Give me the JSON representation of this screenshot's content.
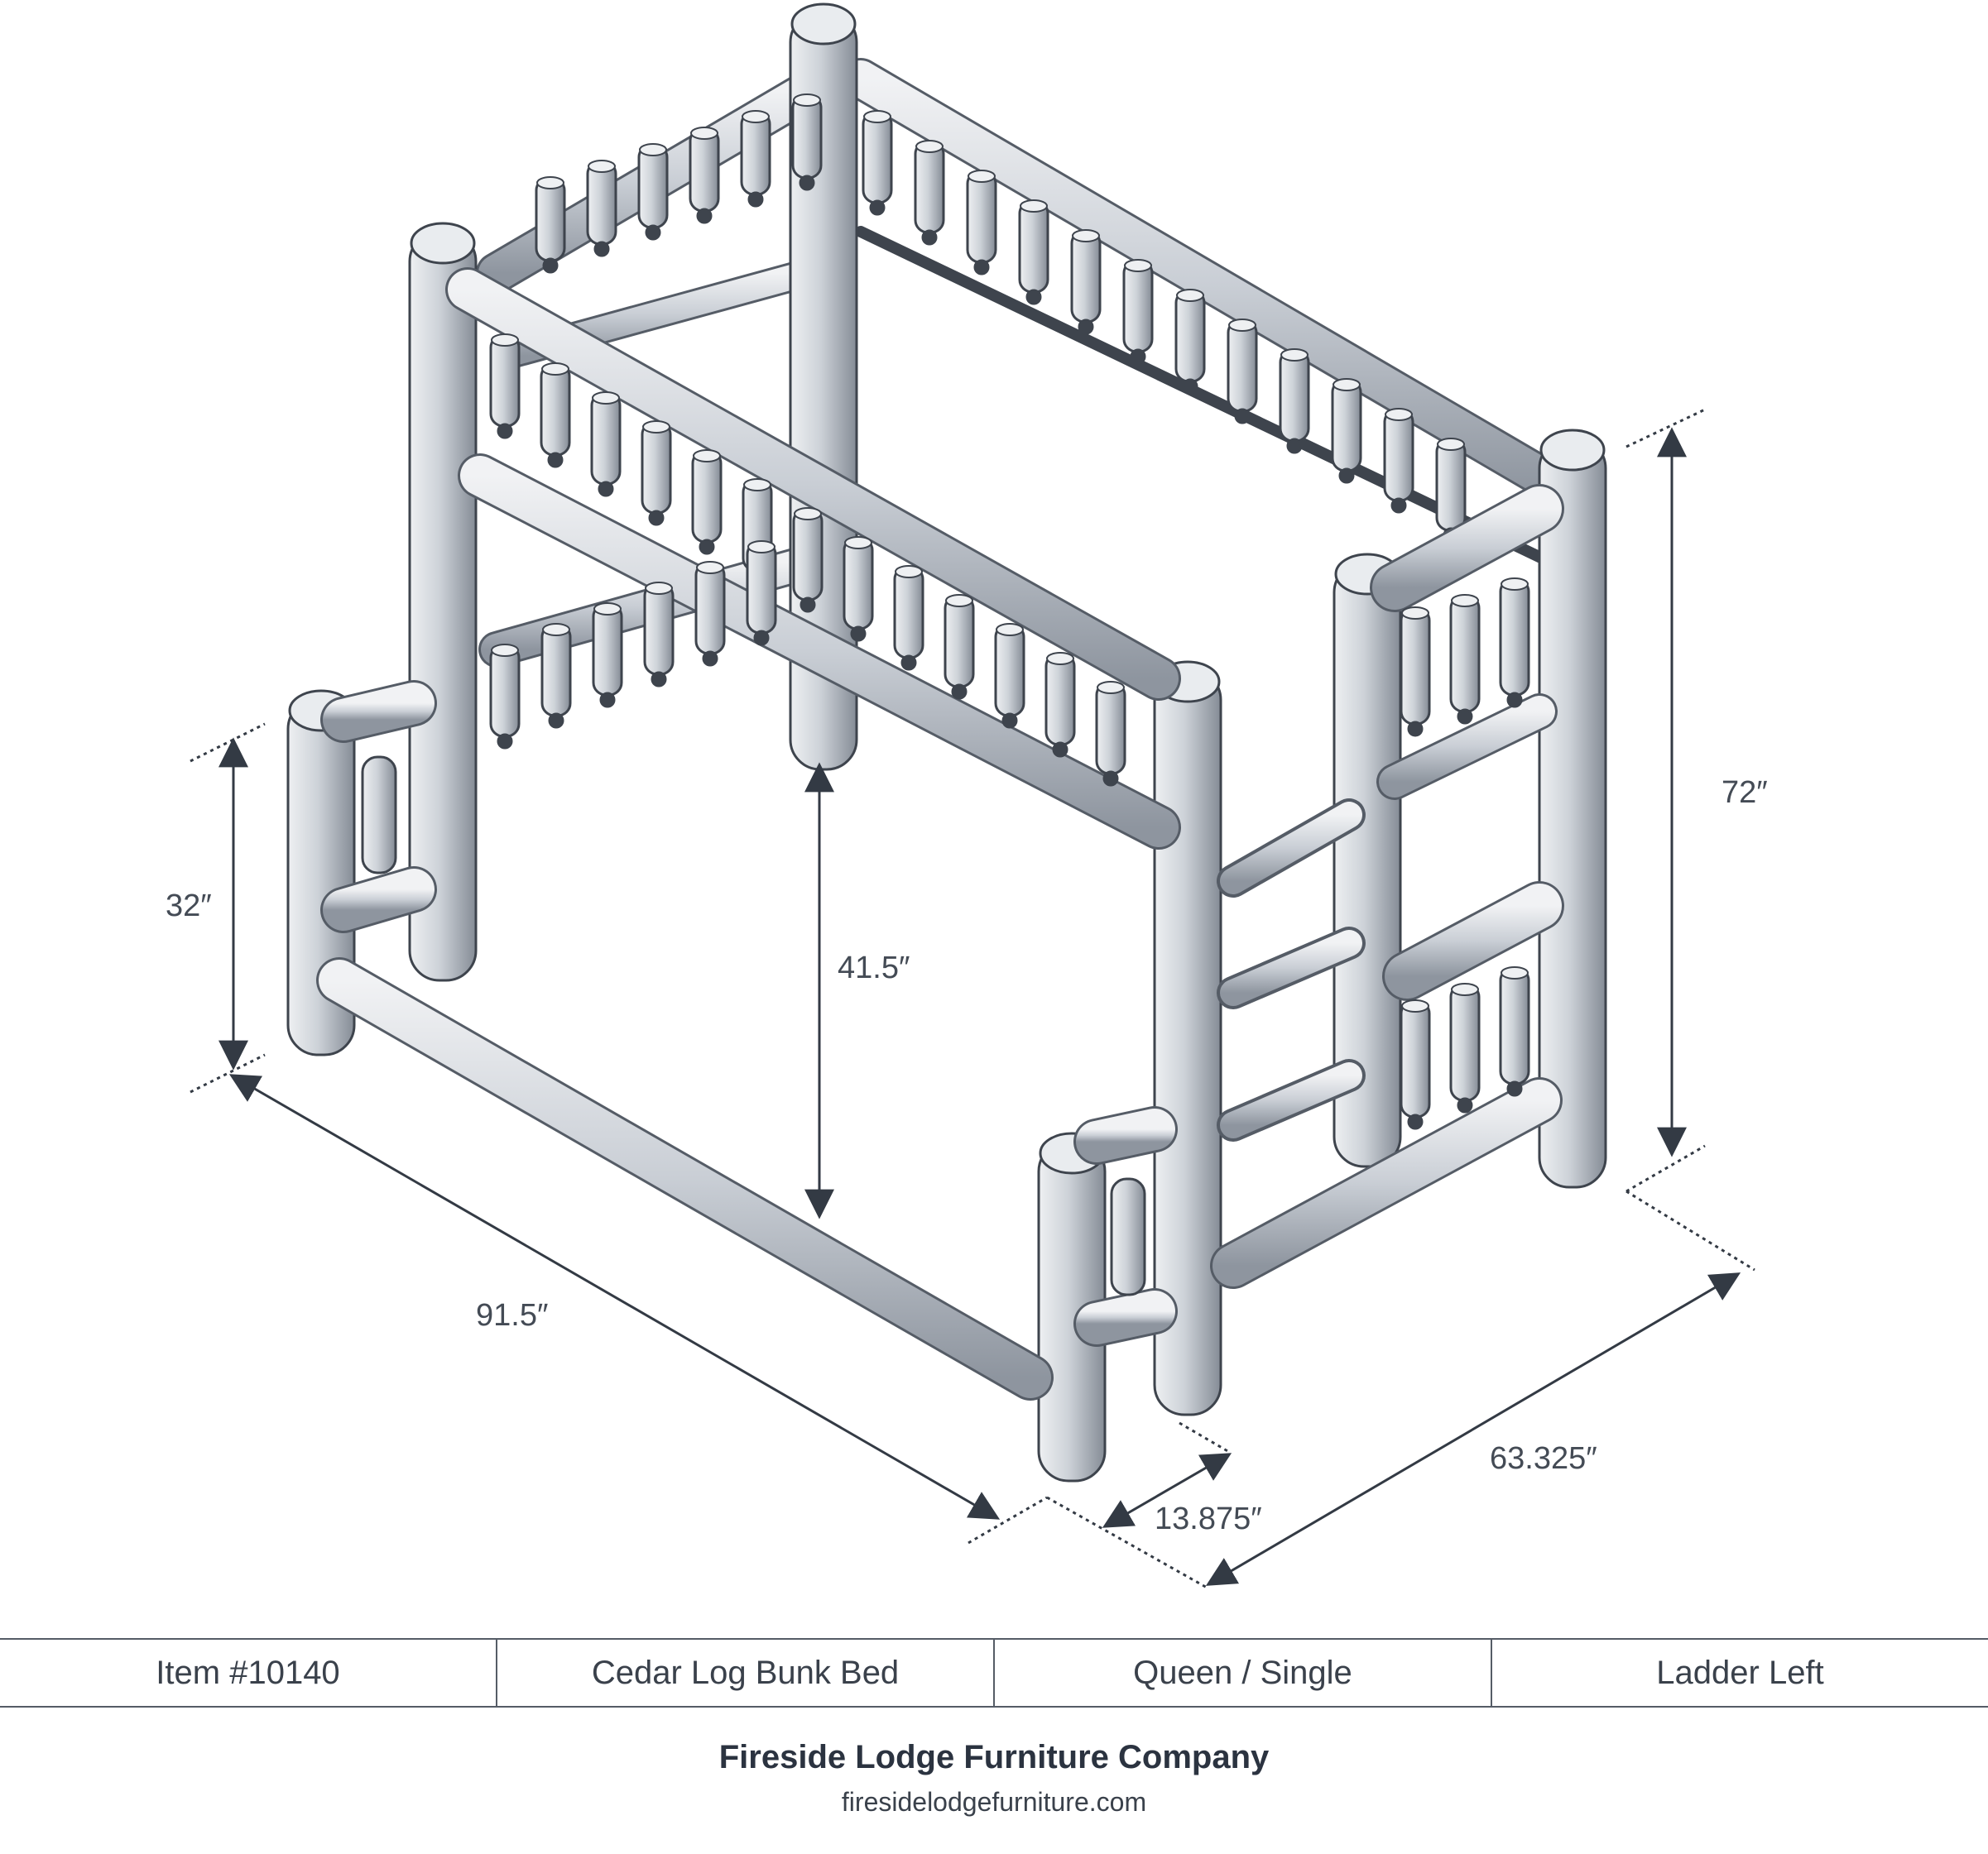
{
  "dimensions": {
    "height_total": "72″",
    "height_footboard": "32″",
    "clearance_lower": "41.5″",
    "length": "91.5″",
    "width": "63.325″",
    "ladder_offset": "13.875″"
  },
  "spec": {
    "item": "Item #10140",
    "name": "Cedar Log Bunk Bed",
    "size": "Queen / Single",
    "ladder": "Ladder Left"
  },
  "footer": {
    "company": "Fireside Lodge Furniture Company",
    "website": "firesidelodgefurniture.com"
  },
  "colors": {
    "log_fill": "#cfd3d9",
    "log_stroke": "#3e444d",
    "dimension_line": "#333a44"
  }
}
